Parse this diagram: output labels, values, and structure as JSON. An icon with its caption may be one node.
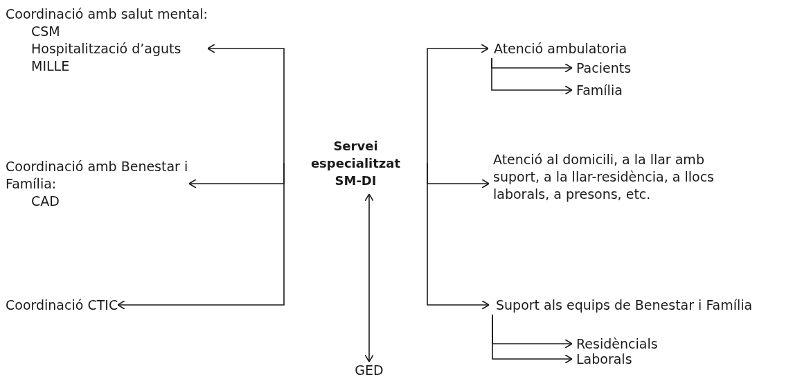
{
  "diagram": {
    "nodes": [
      {
        "text": [
          "Servei especialitzat SM-DI"
        ]
      },
      {
        "text": [
          "Coordinació amb salut mental:",
          "CSM",
          "Hospitalització d’aguts",
          "MILLE"
        ]
      },
      {
        "text": [
          "Coordinació amb Benestar i Família:",
          "CAD"
        ]
      },
      {
        "text": [
          "Coordinació CTIC"
        ]
      },
      {
        "text": [
          "Atenció ambulatoria"
        ]
      },
      {
        "text": [
          "Pacients"
        ]
      },
      {
        "text": [
          "Família"
        ]
      },
      {
        "text": [
          "Atenció al domicili, a la llar amb suport, a la llar-residència, a llocs laborals, a presons, etc."
        ]
      },
      {
        "text": [
          "Suport als equips de Benestar i Família"
        ]
      },
      {
        "text": [
          "Residèncials"
        ]
      },
      {
        "text": [
          "Laborals"
        ]
      },
      {
        "text": [
          "GED"
        ]
      }
    ],
    "edges": [
      {
        "from": 0,
        "to": 1,
        "arrow": "to"
      },
      {
        "from": 0,
        "to": 2,
        "arrow": "to"
      },
      {
        "from": 0,
        "to": 3,
        "arrow": "to"
      },
      {
        "from": 0,
        "to": 4,
        "arrow": "to"
      },
      {
        "from": 0,
        "to": 7,
        "arrow": "to"
      },
      {
        "from": 0,
        "to": 8,
        "arrow": "to"
      },
      {
        "from": 4,
        "to": 5,
        "arrow": "to"
      },
      {
        "from": 4,
        "to": 6,
        "arrow": "to"
      },
      {
        "from": 8,
        "to": 9,
        "arrow": "to"
      },
      {
        "from": 8,
        "to": 10,
        "arrow": "to"
      },
      {
        "from": 0,
        "to": 11,
        "arrow": "both"
      }
    ]
  }
}
